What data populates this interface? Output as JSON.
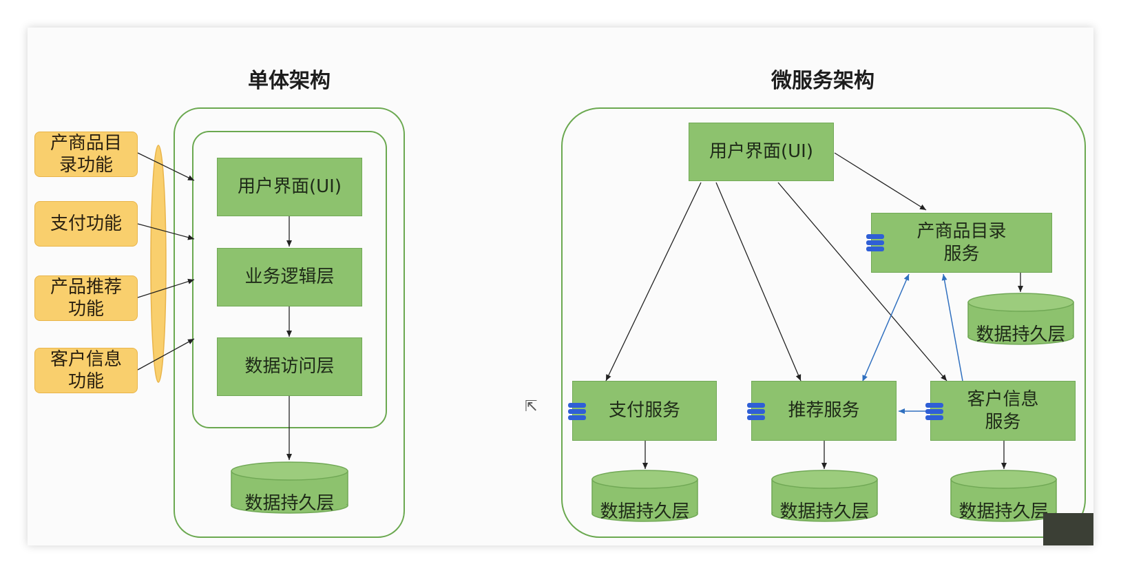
{
  "monolith": {
    "title": "单体架构",
    "features": [
      "产商品目\n录功能",
      "支付功能",
      "产品推荐\n功能",
      "客户信息\n功能"
    ],
    "layers": [
      "用户界面(UI)",
      "业务逻辑层",
      "数据访问层"
    ],
    "storage": "数据持久层"
  },
  "micro": {
    "title": "微服务架构",
    "ui": "用户界面(UI)",
    "catalog_service": "产商品目录\n服务",
    "payment_service": "支付服务",
    "recommend_service": "推荐服务",
    "customer_service": "客户信息\n服务",
    "catalog_storage": "数据持久层",
    "payment_storage": "数据持久层",
    "recommend_storage": "数据持久层",
    "customer_storage": "数据持久层"
  },
  "colors": {
    "green_fill": "#8dc26e",
    "container_border": "#6aa84f",
    "feature_fill": "#f9cf6d",
    "blue_arrow": "#2f6fbf",
    "service_icon": "#2f5fd6"
  }
}
